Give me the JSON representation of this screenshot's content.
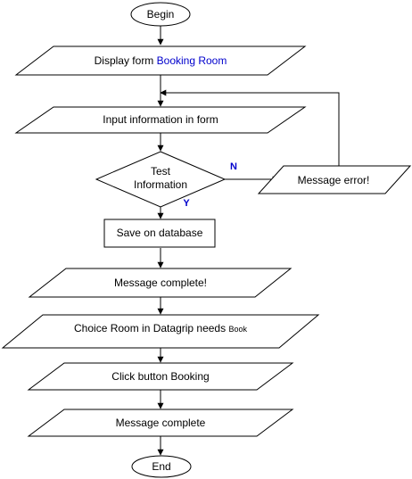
{
  "diagram": {
    "colors": {
      "line": "#000000",
      "fill": "#ffffff",
      "accent": "#0000cc"
    },
    "nodes": {
      "begin": {
        "label": "Begin",
        "shape": "terminator"
      },
      "display_form": {
        "prefix": "Display form ",
        "highlight": "Booking Room",
        "shape": "parallelogram"
      },
      "input_info": {
        "label": "Input information in form",
        "shape": "parallelogram"
      },
      "test_info": {
        "line1": "Test",
        "line2": "Information",
        "shape": "decision"
      },
      "message_error": {
        "label": "Message error!",
        "shape": "parallelogram"
      },
      "save_db": {
        "label": "Save on database",
        "shape": "process"
      },
      "message_complete_1": {
        "label": "Message complete!",
        "shape": "parallelogram"
      },
      "choice_room": {
        "label": "Choice Room in Datagrip needs ",
        "suffix": "Book",
        "shape": "parallelogram"
      },
      "click_booking": {
        "label": "Click button Booking",
        "shape": "parallelogram"
      },
      "message_complete_2": {
        "label": "Message complete",
        "shape": "parallelogram"
      },
      "end": {
        "label": "End",
        "shape": "terminator"
      }
    },
    "branches": {
      "no": "N",
      "yes": "Y"
    }
  }
}
